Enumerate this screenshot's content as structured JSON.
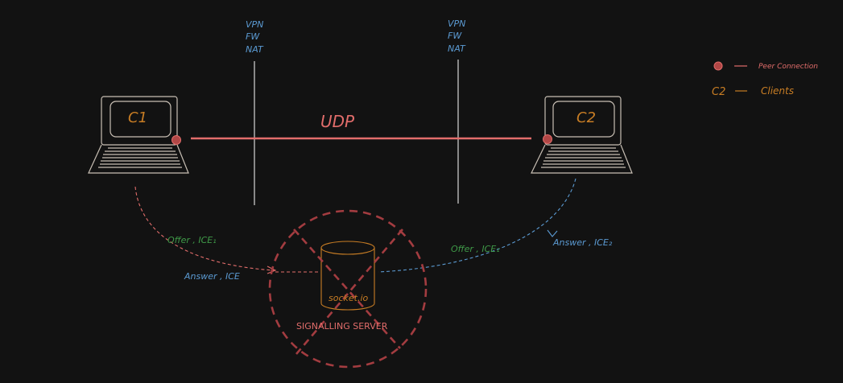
{
  "colors": {
    "background": "#121212",
    "laptop": "#c8bfb4",
    "peer": "#e26d6b",
    "peer_dot": "#b14746",
    "blue": "#5b9ad2",
    "green": "#3f9a48",
    "orange": "#c87d24",
    "divider": "#d8d8d8",
    "server_circle": "#a33c40"
  },
  "firewall_left": [
    "VPN",
    "FW",
    "NAT"
  ],
  "firewall_right": [
    "VPN",
    "FW",
    "NAT"
  ],
  "client_left": "C1",
  "client_right": "C2",
  "link_label": "UDP",
  "edge_labels": {
    "offer_left": "Offer , ICE₁",
    "answer_left": "Answer , ICE",
    "offer_right": "Offer , ICE₁",
    "answer_right": "Answer , ICE₂"
  },
  "server": {
    "db_label": "socket.io",
    "title": "SIGNALLING SERVER"
  },
  "legend": {
    "peer_label": "Peer Connection",
    "client_key": "C2",
    "client_label": "Clients"
  }
}
